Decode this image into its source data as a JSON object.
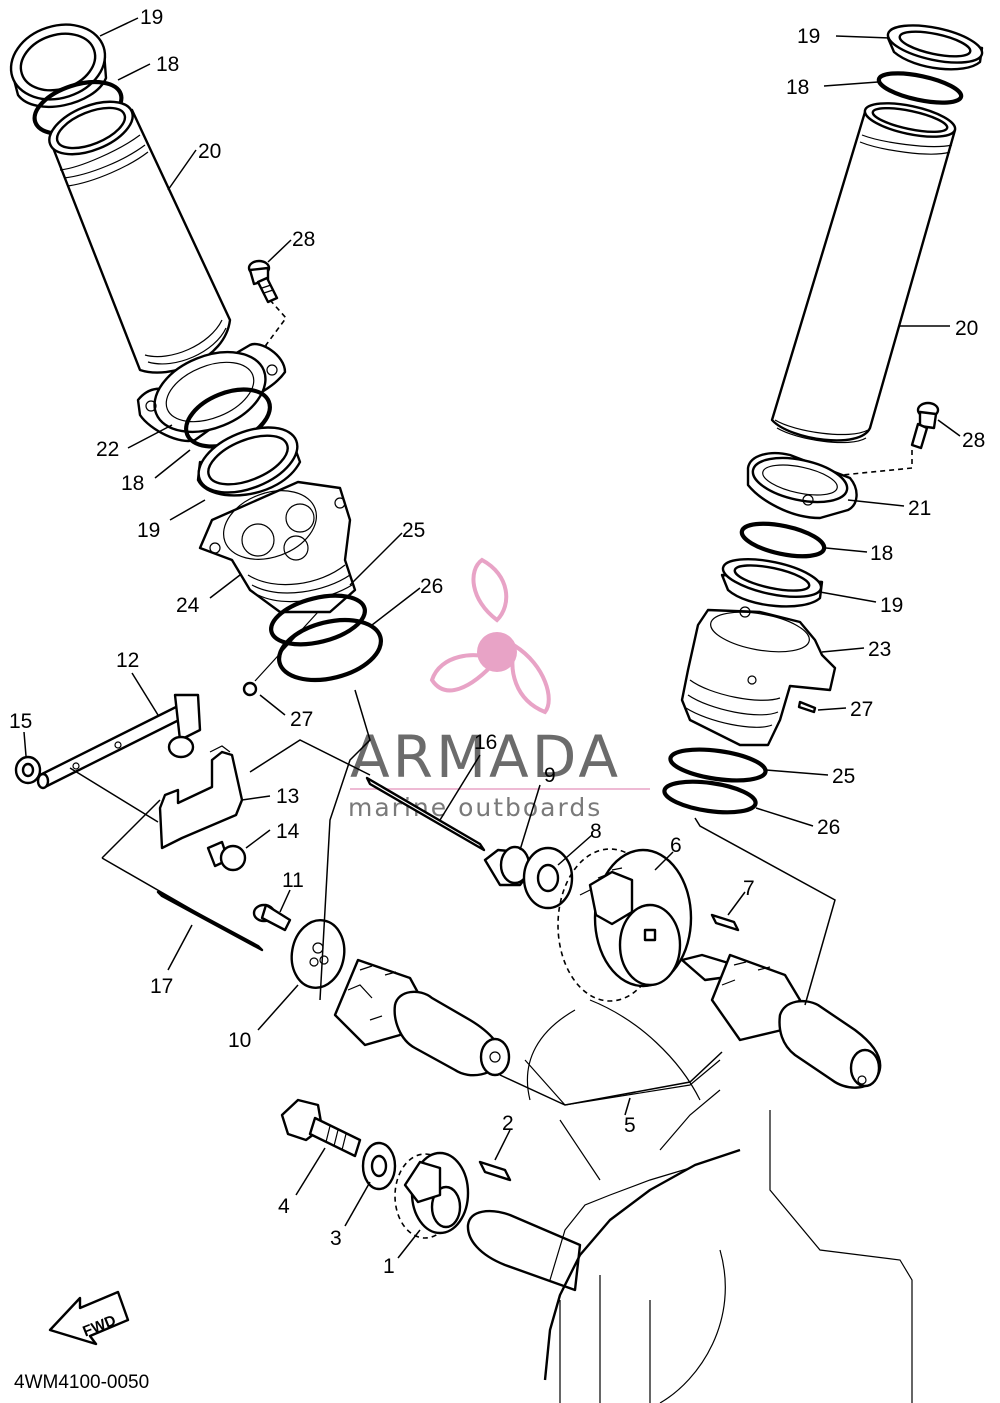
{
  "diagram_code": "4WM4100-0050",
  "watermark": {
    "brand": "ARMADA",
    "tagline": "marine outboards",
    "accent_color": "#e8a3c6",
    "icon": "propeller-icon"
  },
  "orientation": {
    "label": "FWD",
    "icon": "forward-arrow-icon"
  },
  "colors": {
    "line": "#000000",
    "background": "#ffffff",
    "watermark_text": "#6b6b6b"
  },
  "callouts": [
    "19",
    "18",
    "20",
    "28",
    "22",
    "18",
    "19",
    "24",
    "25",
    "26",
    "27",
    "12",
    "15",
    "13",
    "14",
    "16",
    "9",
    "8",
    "11",
    "17",
    "10",
    "6",
    "7",
    "5",
    "4",
    "3",
    "2",
    "1",
    "19",
    "18",
    "20",
    "28",
    "21",
    "18",
    "19",
    "23",
    "27",
    "25",
    "26"
  ]
}
